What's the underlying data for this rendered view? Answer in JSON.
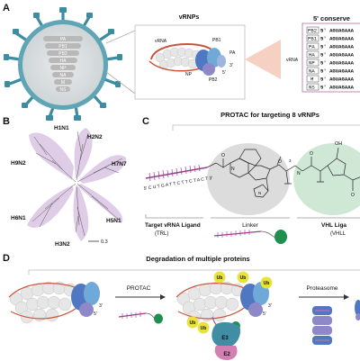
{
  "panels": {
    "a": "A",
    "b": "B",
    "c": "C",
    "d": "D"
  },
  "panel_a": {
    "segments": [
      "PA",
      "PB1",
      "PB2",
      "HA",
      "NP",
      "NA",
      "M",
      "NS"
    ],
    "vrnps_title": "vRNPs",
    "vrna_label": "vRNA",
    "pb1_label": "PB1",
    "pa_label": "PA",
    "np_label": "NP",
    "pb2_label": "PB2",
    "end_3": "3'",
    "end_5": "5'",
    "vrna_side": "vRNA",
    "conserved_title": "5' conserve",
    "conserved_rows": [
      {
        "seg": "PB2",
        "seq": "5' AGUAGAAA"
      },
      {
        "seg": "PB1",
        "seq": "5' AGUAGAAA"
      },
      {
        "seg": "PA",
        "seq": "5' AGUAGAAA"
      },
      {
        "seg": "HA",
        "seq": "5' AGUAGAAA"
      },
      {
        "seg": "NP",
        "seq": "5' AGUAGAAA"
      },
      {
        "seg": "NA",
        "seq": "5' AGUAGAAA"
      },
      {
        "seg": "M",
        "seq": "5' AGUAGAAA"
      },
      {
        "seg": "NS",
        "seq": "5' AGUAGAAA"
      }
    ]
  },
  "panel_b": {
    "subtypes": [
      "H1N1",
      "H2N2",
      "H7N7",
      "H9N2",
      "H6N1",
      "H5N1",
      "H3N2"
    ],
    "scale": "0.3"
  },
  "panel_c": {
    "title": "PROTAC for targeting 8 vRNPs",
    "rna_seq": "5' C U T G A T T C T T C T A C T 3'",
    "oxo": "O",
    "oh": "OH",
    "nh": "N",
    "n_ring": "N",
    "triazole": "N",
    "sub3": "3",
    "trl_title": "Target vRNA Ligand",
    "trl_abbr": "(TRL)",
    "linker": "Linker",
    "vhl_title": "VHL Liga",
    "vhl_abbr": "(VHLL"
  },
  "panel_d": {
    "title": "Degradation of multiple proteins",
    "protac_label": "PROTAC",
    "ub": "Ub",
    "e3": "E3",
    "e2": "E2",
    "proteasome": "Proteasome",
    "end_3": "3'",
    "end_5": "5'"
  },
  "colors": {
    "virus_teal": "#3d8ca0",
    "virus_shell": "#5fa5b5",
    "segment_grey": "#b5b5b5",
    "vrna_red": "#c8553d",
    "rna_purple": "#9b3d8f",
    "tree_purple": "#d9c4e3",
    "linker_grey": "#dcdcdc",
    "vhl_green": "#cfe7d5",
    "vhl_label": "#2f8a4c",
    "ub_yellow": "#e8e23a",
    "e3_teal": "#3f8ea3",
    "e2_pink": "#d37fb3",
    "blue_protein": "#4f77c2",
    "ligase_green": "#1e8f4e"
  }
}
